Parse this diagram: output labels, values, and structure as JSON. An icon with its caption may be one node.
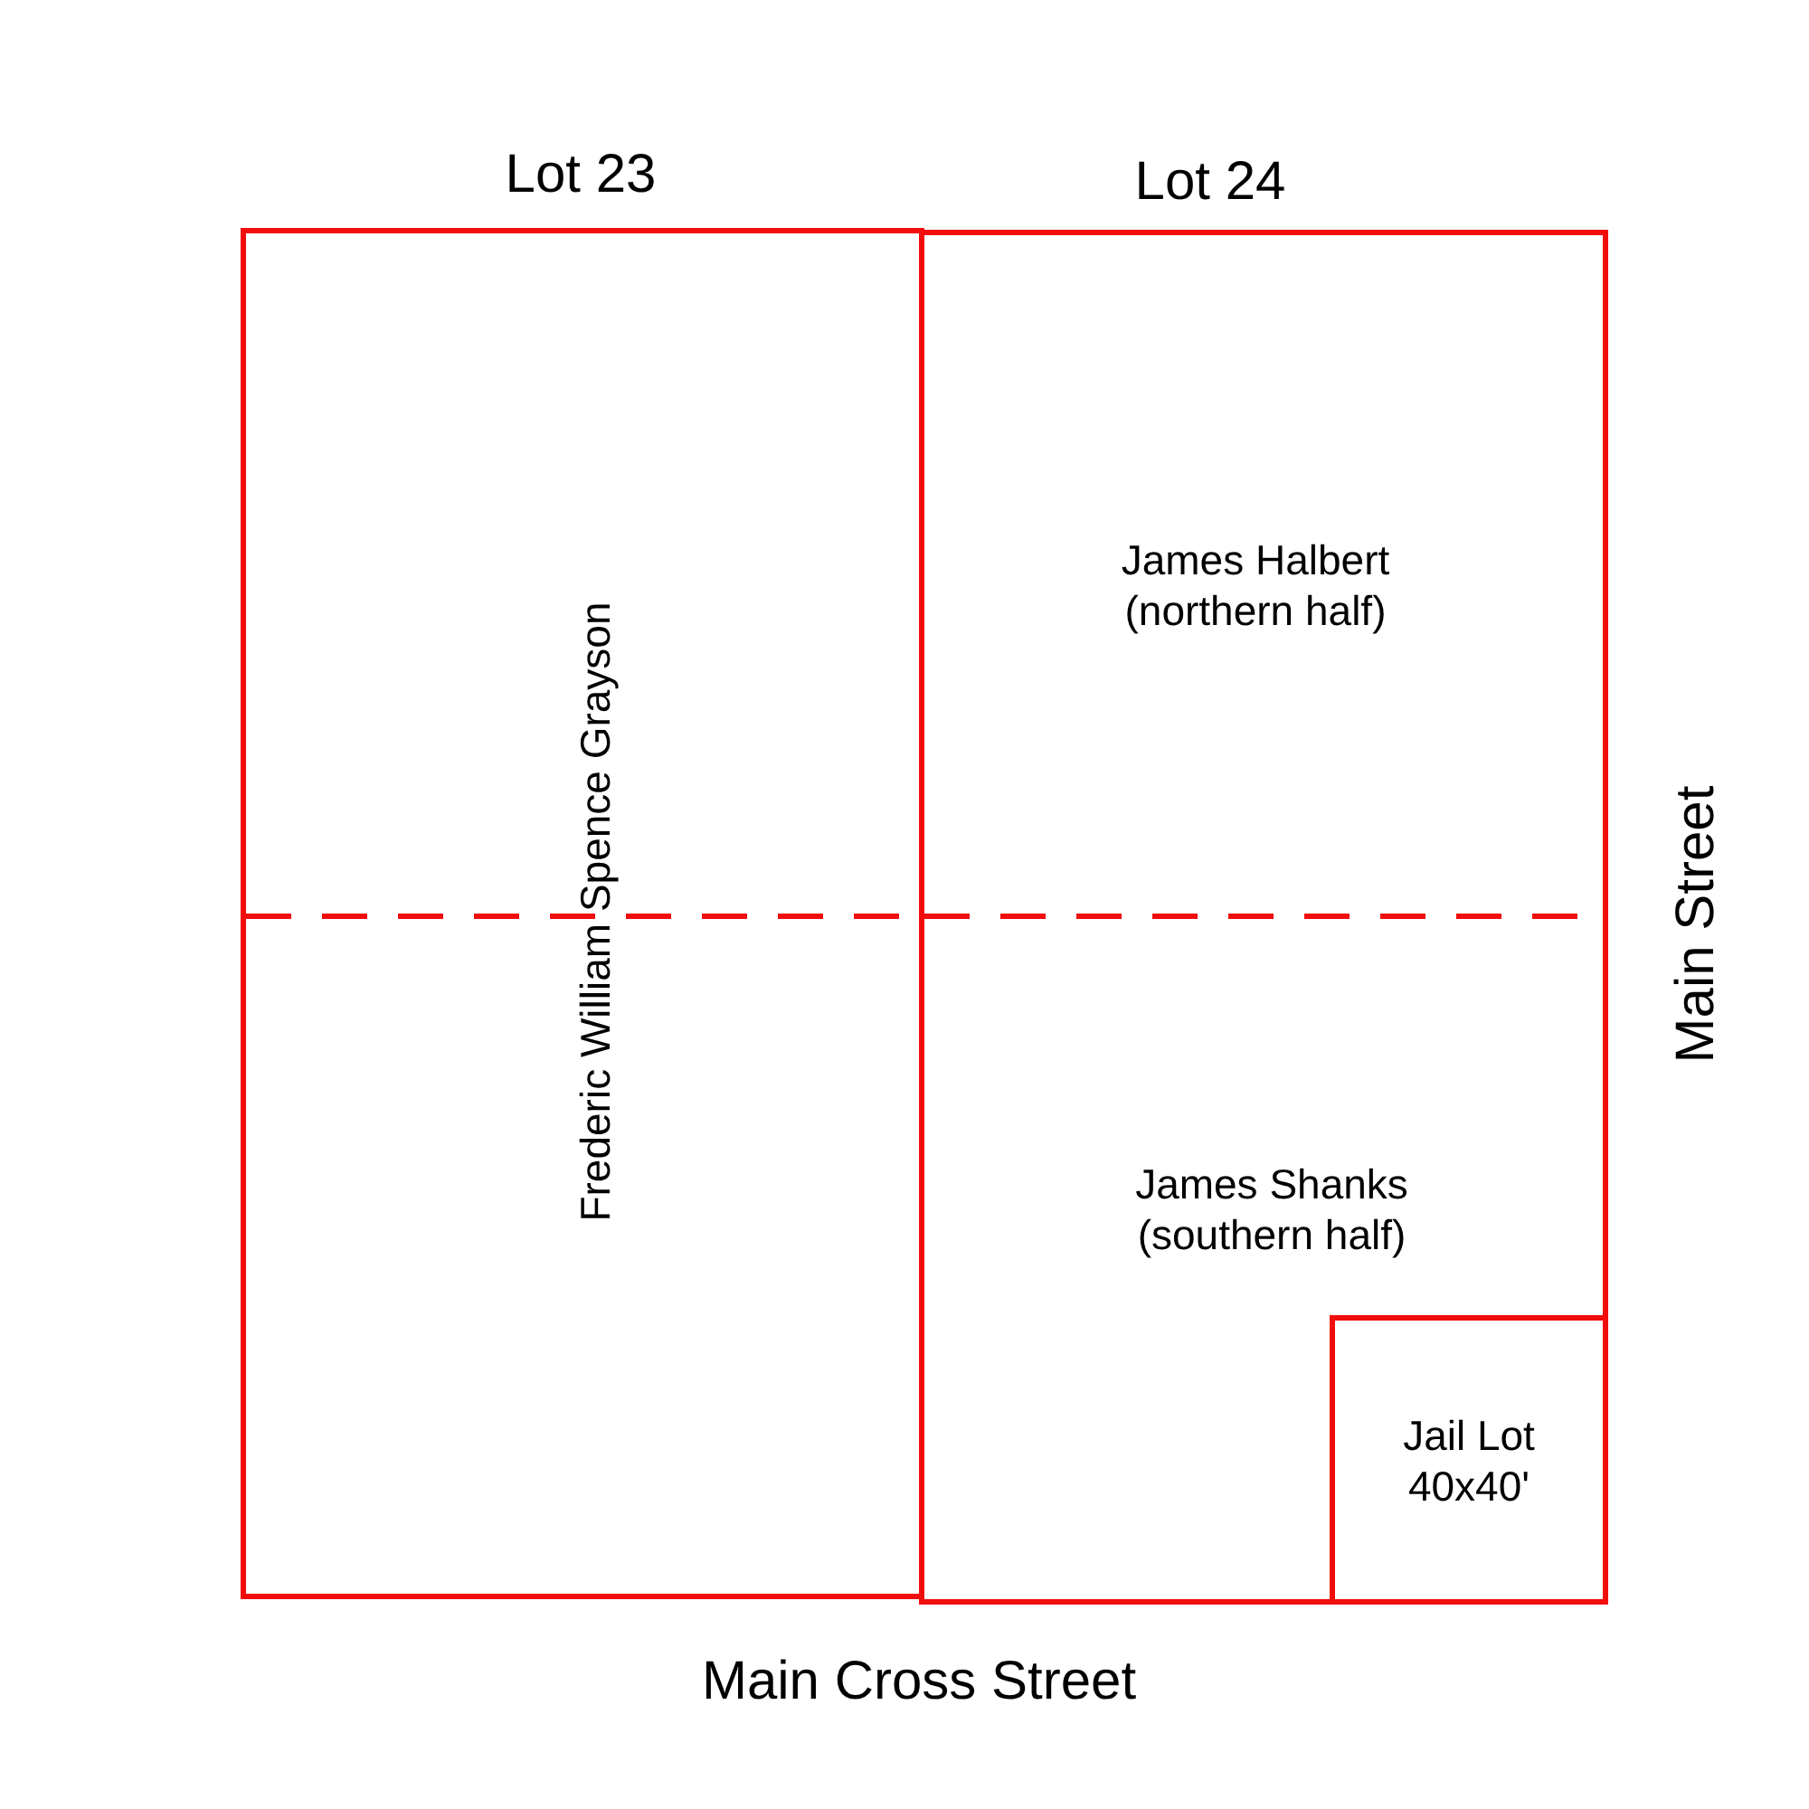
{
  "diagram": {
    "nodes": [
      {
        "text": [
          "Lot 23",
          "Frederic William Spence Grayson"
        ]
      },
      {
        "text": [
          "Lot 24"
        ]
      },
      {
        "text": [
          "James Halbert (northern half)"
        ],
        "in": 1
      },
      {
        "text": [
          "James Shanks (southern half)"
        ],
        "in": 1
      },
      {
        "text": [
          "Jail Lot 40x40'"
        ],
        "in": 3
      }
    ],
    "labels": [
      "Main Street",
      "Main Cross Street"
    ]
  }
}
